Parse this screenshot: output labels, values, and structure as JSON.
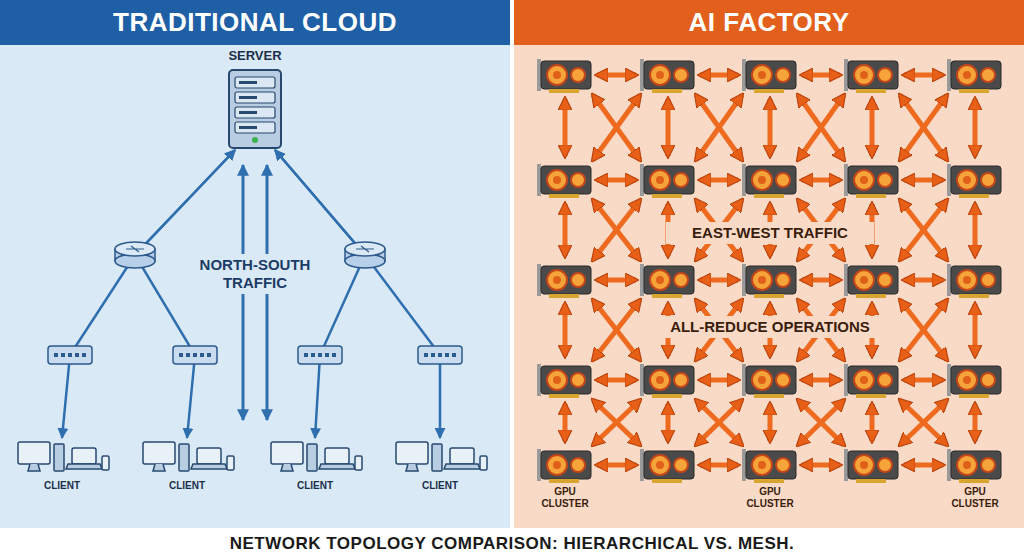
{
  "diagram": {
    "caption": "NETWORK TOPOLOGY COMPARISON: HIERARCHICAL VS. MESH.",
    "nodes": [
      {
        "text": [
          "TRADITIONAL CLOUD"
        ]
      },
      {
        "text": [
          "AI FACTORY"
        ]
      },
      {
        "text": [
          "SERVER"
        ],
        "in": 0
      },
      {
        "text": [
          "CLIENT"
        ],
        "in": 0
      },
      {
        "text": [
          "CLIENT"
        ],
        "in": 0
      },
      {
        "text": [
          "CLIENT"
        ],
        "in": 0
      },
      {
        "text": [
          "CLIENT"
        ],
        "in": 0
      },
      {
        "text": [
          "GPU CLUSTER"
        ],
        "in": 1
      },
      {
        "text": [
          "GPU CLUSTER"
        ],
        "in": 1
      },
      {
        "text": [
          "GPU CLUSTER"
        ],
        "in": 1
      }
    ],
    "edges": [
      {
        "from": 2,
        "to": 3,
        "arrow": "both"
      },
      {
        "from": 2,
        "to": 4,
        "arrow": "both"
      },
      {
        "from": 2,
        "to": 5,
        "arrow": "both"
      },
      {
        "from": 2,
        "to": 6,
        "arrow": "both"
      }
    ],
    "labels": [
      "NORTH-SOUTH TRAFFIC",
      "EAST-WEST TRAFFIC",
      "ALL-REDUCE OPERATIONS"
    ]
  }
}
